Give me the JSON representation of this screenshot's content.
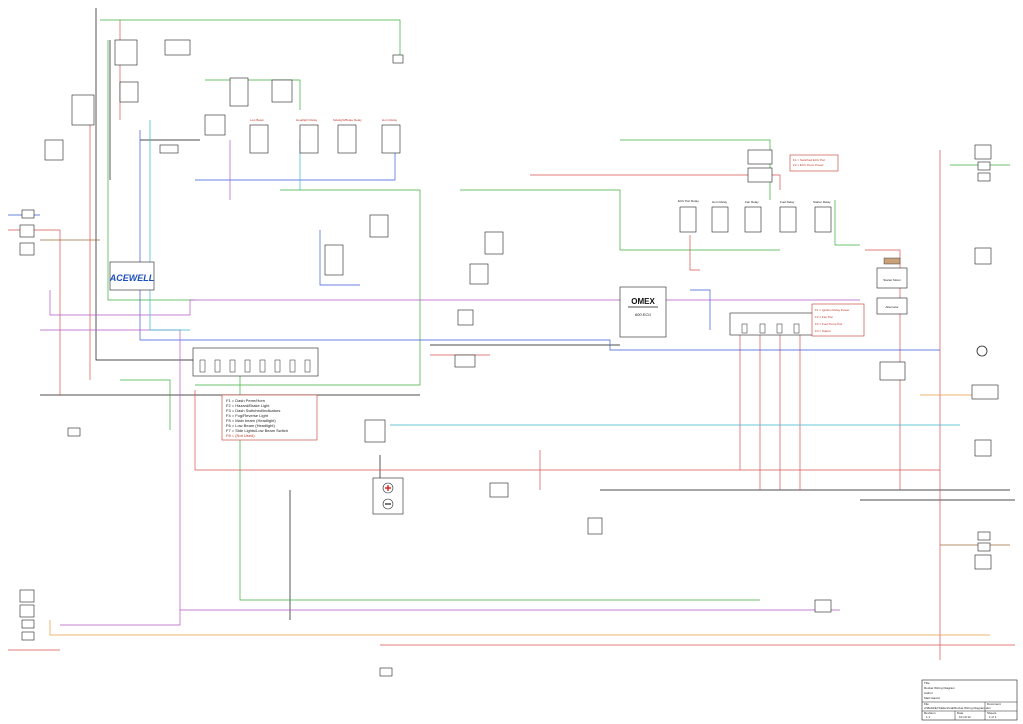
{
  "omex": {
    "brand": "OMEX",
    "model": "600 ECU"
  },
  "acewell": {
    "brand": "ACEWELL"
  },
  "modules": {
    "starter_motor": "Starter Motor",
    "alternator": "Alternator"
  },
  "legend_right": [
    "F1 = Switched ECU Pwr",
    "F2 = ECU Perm Power"
  ],
  "legend_relays": [
    "F1 = Ignition Relay Power",
    "F2 = Fan Pwr",
    "F3 = Fuel Pump Pwr",
    "F4 = Starter"
  ],
  "legend_fuses": [
    {
      "text": "F1 = Dash Perm/Horn",
      "color": "black"
    },
    {
      "text": "F2 = Hazard/Brake Light",
      "color": "black"
    },
    {
      "text": "F3 = Dash Switched/Indicators",
      "color": "black"
    },
    {
      "text": "F4 = Fog/Reverse Light",
      "color": "black"
    },
    {
      "text": "F5 = Main beam (Headlight)",
      "color": "black"
    },
    {
      "text": "F6 = Low Beam (Headlight)",
      "color": "black"
    },
    {
      "text": "F7 = Side Lights/Low Beam Switch",
      "color": "black"
    },
    {
      "text": "F8 = (Not Used)",
      "color": "red"
    }
  ],
  "relays": [
    "ECU Pwr Relay",
    "Horn Relay",
    "Fan Relay",
    "Fuel Relay",
    "Starter Relay"
  ],
  "switch_labels": [
    "Low Beam",
    "Headlight Relay",
    "Sidelight/Brake Relay",
    "Horn Relay"
  ],
  "title_block": {
    "title_label": "Title",
    "title": "Rocket Wiring Diagram",
    "author_label": "Author",
    "author": "Matt Harold",
    "file_label": "File",
    "file": "d:\\Build\\E71\\Electrical\\Rocket Wiring Diagram.dsn",
    "document_label": "Document",
    "revision_label": "Revision",
    "revision": "1.1",
    "date_label": "Date",
    "date": "10.10.12",
    "sheets_label": "Sheets",
    "sheets": "1 of 1"
  }
}
